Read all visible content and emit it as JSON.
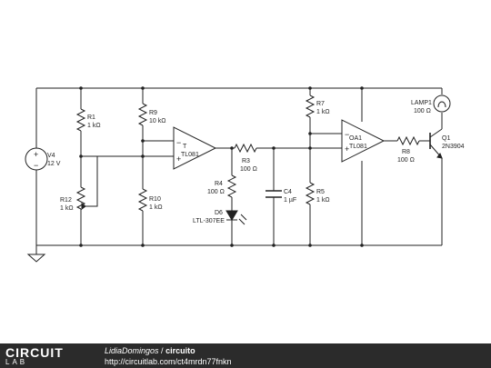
{
  "components": [
    {
      "id": "V4",
      "ref": "V4",
      "value": "12 V"
    },
    {
      "id": "R1",
      "ref": "R1",
      "value": "1 kΩ"
    },
    {
      "id": "R12",
      "ref": "R12",
      "value": "1 kΩ"
    },
    {
      "id": "R9",
      "ref": "R9",
      "value": "10 kΩ"
    },
    {
      "id": "R10",
      "ref": "R10",
      "value": "1 kΩ"
    },
    {
      "id": "U1",
      "ref": "T",
      "value": "TL081"
    },
    {
      "id": "R3",
      "ref": "R3",
      "value": "100 Ω"
    },
    {
      "id": "R4",
      "ref": "R4",
      "value": "100 Ω"
    },
    {
      "id": "D6",
      "ref": "D6",
      "value": "LTL-307EE"
    },
    {
      "id": "C4",
      "ref": "C4",
      "value": "1 µF"
    },
    {
      "id": "R7",
      "ref": "R7",
      "value": "1 kΩ"
    },
    {
      "id": "R5",
      "ref": "R5",
      "value": "1 kΩ"
    },
    {
      "id": "OA1",
      "ref": "OA1",
      "value": "TL081"
    },
    {
      "id": "R8",
      "ref": "R8",
      "value": "100 Ω"
    },
    {
      "id": "Q1",
      "ref": "Q1",
      "value": "2N3904"
    },
    {
      "id": "LAMP1",
      "ref": "LAMP1",
      "value": "100 Ω"
    }
  ],
  "footer": {
    "logo_top": "CIRCUIT",
    "logo_bottom": "LAB",
    "author": "LidiaDomingos",
    "separator": " / ",
    "title": "circuito",
    "url": "http://circuitlab.com/ct4mrdn77fnkn"
  }
}
